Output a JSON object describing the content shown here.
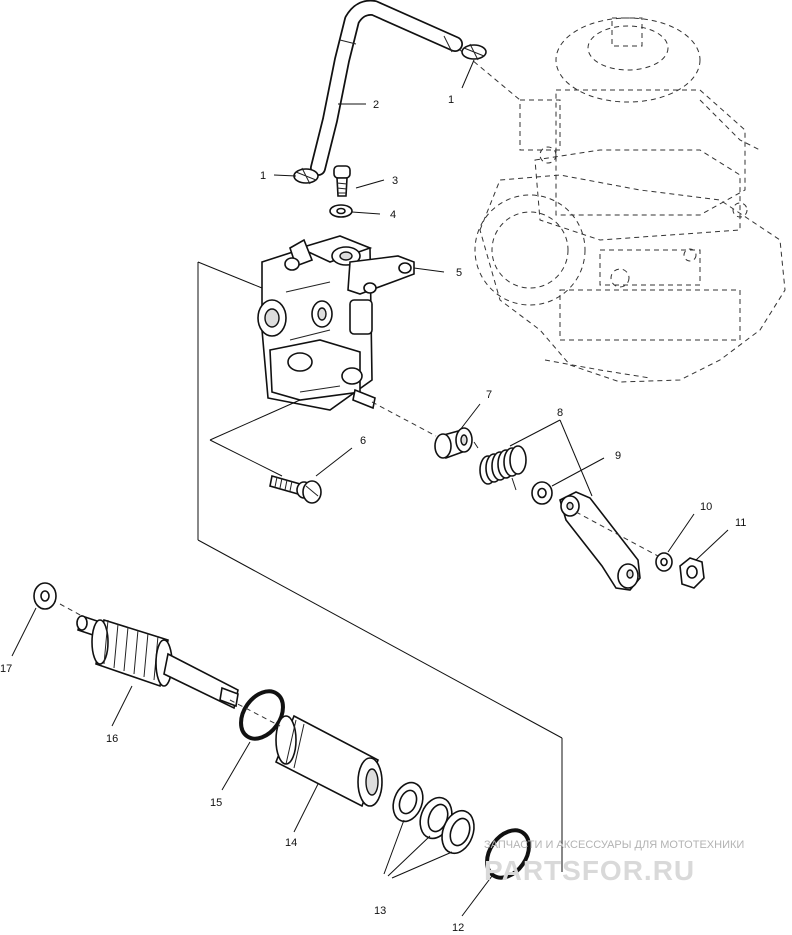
{
  "callouts": {
    "c1a": "1",
    "c1b": "1",
    "c2": "2",
    "c3": "3",
    "c4": "4",
    "c5": "5",
    "c6": "6",
    "c7": "7",
    "c8": "8",
    "c9": "9",
    "c10": "10",
    "c11": "11",
    "c12": "12",
    "c13": "13",
    "c14": "14",
    "c15": "15",
    "c16": "16",
    "c17": "17"
  },
  "watermark": {
    "tagline": "ЗАПЧАСТИ И АКСЕССУАРЫ ДЛЯ МОТОТЕХНИКИ",
    "brand": "PARTSFOR.RU"
  },
  "colors": {
    "line": "#111111",
    "watermark": "#d9d9d9"
  }
}
